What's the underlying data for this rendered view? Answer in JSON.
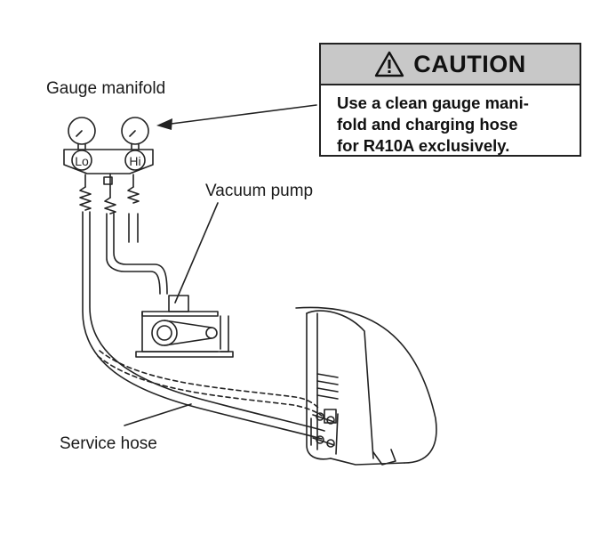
{
  "labels": {
    "gauge_manifold": "Gauge manifold",
    "vacuum_pump": "Vacuum pump",
    "service_hose": "Service hose"
  },
  "gauges": {
    "low": "Lo",
    "high": "Hi"
  },
  "caution": {
    "icon": "warning-triangle-icon",
    "title": "CAUTION",
    "lines": [
      "Use a clean gauge mani-",
      "fold and charging hose",
      "for R410A exclusively."
    ]
  },
  "colors": {
    "caution_header": "#c8c8c8",
    "line": "#222222"
  }
}
